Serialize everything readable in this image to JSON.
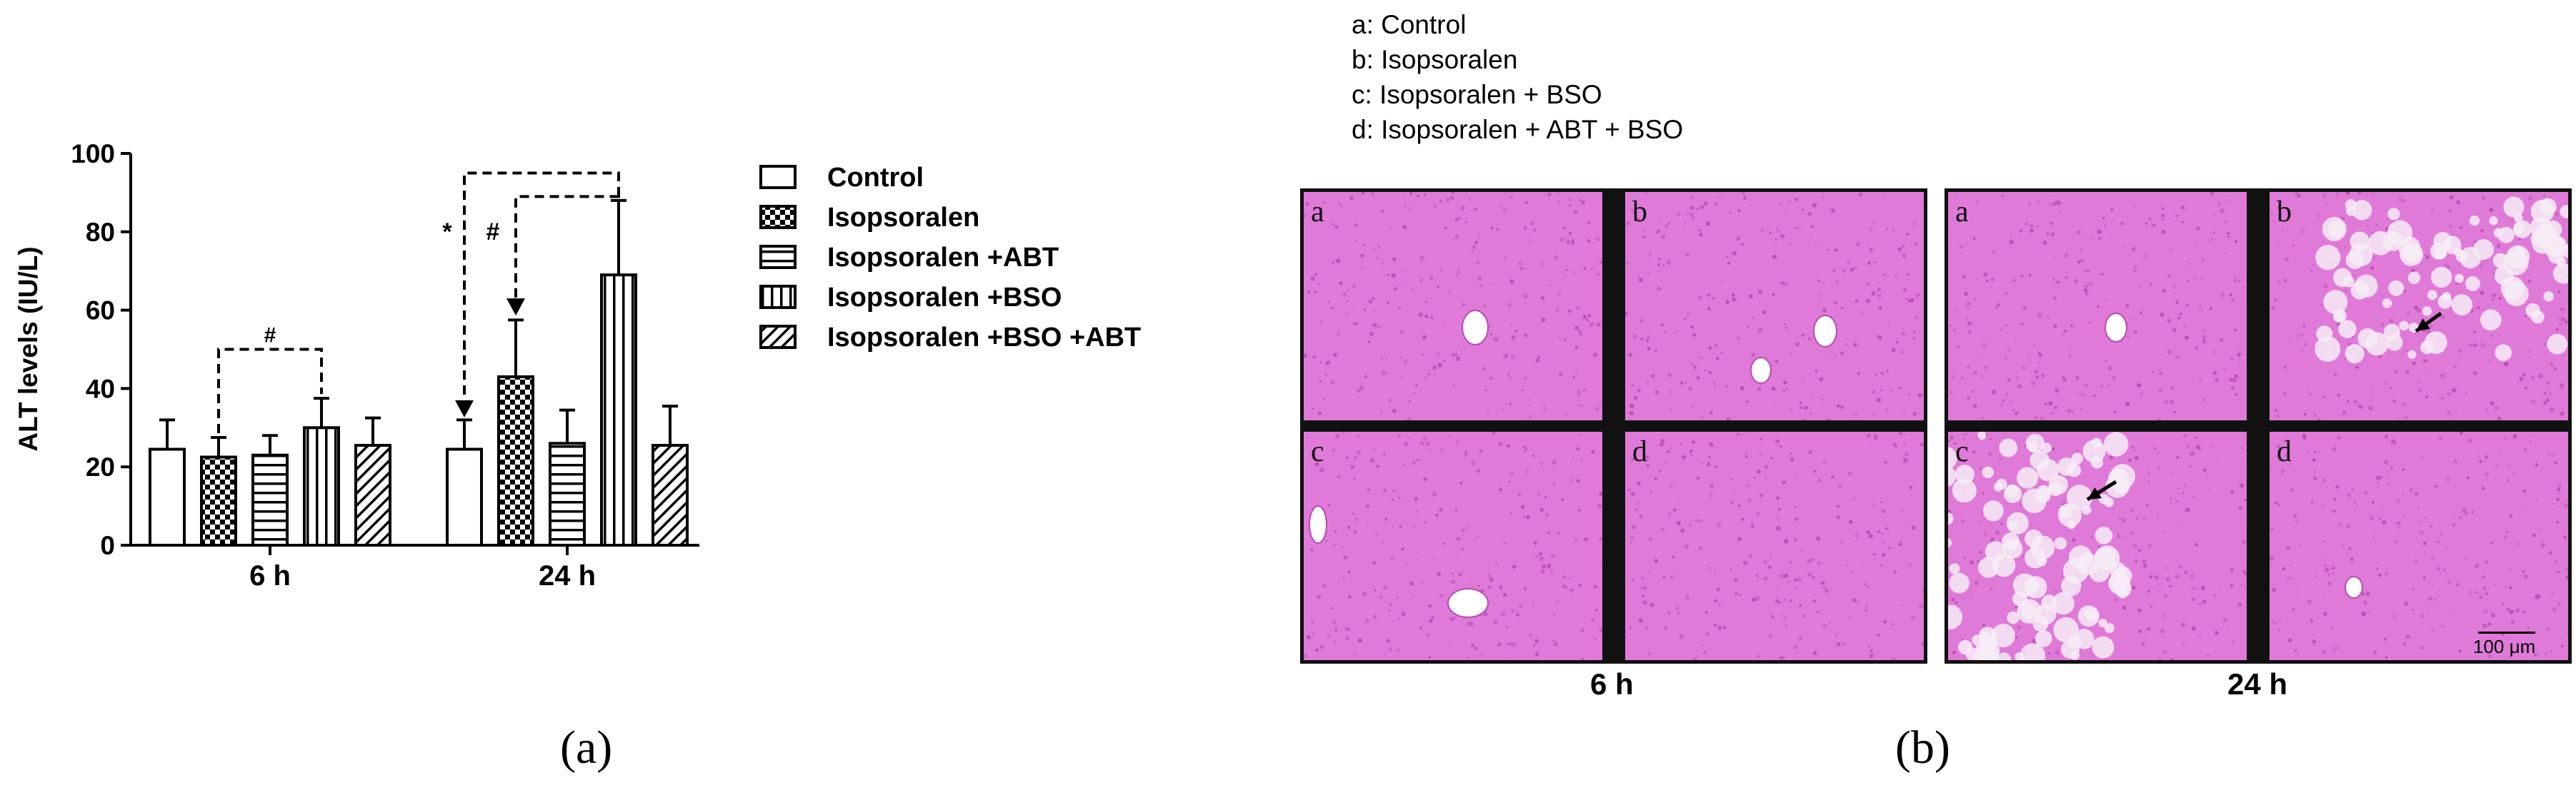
{
  "panels": {
    "a_label": "(a)",
    "b_label": "(b)"
  },
  "chart_data": {
    "type": "bar",
    "categories": [
      "6 h",
      "24 h"
    ],
    "ylabel": "ALT levels (IU/L)",
    "ylim": [
      0,
      100
    ],
    "yticks": [
      "0",
      "20",
      "40",
      "60",
      "80",
      "100"
    ],
    "series": [
      {
        "name": "Control",
        "pattern": "plain",
        "values": [
          24.5,
          24.5
        ],
        "errors": [
          7.5,
          7.5
        ]
      },
      {
        "name": "Isopsoralen",
        "pattern": "checker",
        "values": [
          22.5,
          43
        ],
        "errors": [
          5,
          14.5
        ]
      },
      {
        "name": "Isopsoralen +ABT",
        "pattern": "hstripes",
        "values": [
          23,
          26
        ],
        "errors": [
          5,
          8.5
        ]
      },
      {
        "name": "Isopsoralen +BSO",
        "pattern": "vstripes",
        "values": [
          30,
          69
        ],
        "errors": [
          7.5,
          19
        ]
      },
      {
        "name": "Isopsoralen +BSO +ABT",
        "pattern": "diagonal",
        "values": [
          25.5,
          25.5
        ],
        "errors": [
          7,
          10
        ]
      }
    ],
    "annotations": [
      {
        "symbol": "#",
        "group": "6 h",
        "from_series": 1,
        "to_series": 3,
        "y": 50
      },
      {
        "symbol": "*",
        "group": "24 h",
        "from_series": 3,
        "to_series": 0,
        "y": 95,
        "arrow_to": 33
      },
      {
        "symbol": "#",
        "group": "24 h",
        "from_series": 3,
        "to_series": 1,
        "y": 89,
        "arrow_to": 59
      }
    ],
    "legend_position": "right"
  },
  "histology": {
    "legend": [
      "a: Control",
      "b: Isopsoralen",
      "c: Isopsoralen + BSO",
      "d: Isopsoralen + ABT + BSO"
    ],
    "groups": [
      {
        "time": "6 h",
        "tiles": [
          "a",
          "b",
          "c",
          "d"
        ]
      },
      {
        "time": "24 h",
        "tiles": [
          "a",
          "b",
          "c",
          "d"
        ],
        "scale_bar": "100 μm"
      }
    ],
    "colors": {
      "tissue": "#e07ad8",
      "tissue_dark": "#b64bb3",
      "background": "#ffffff"
    }
  }
}
